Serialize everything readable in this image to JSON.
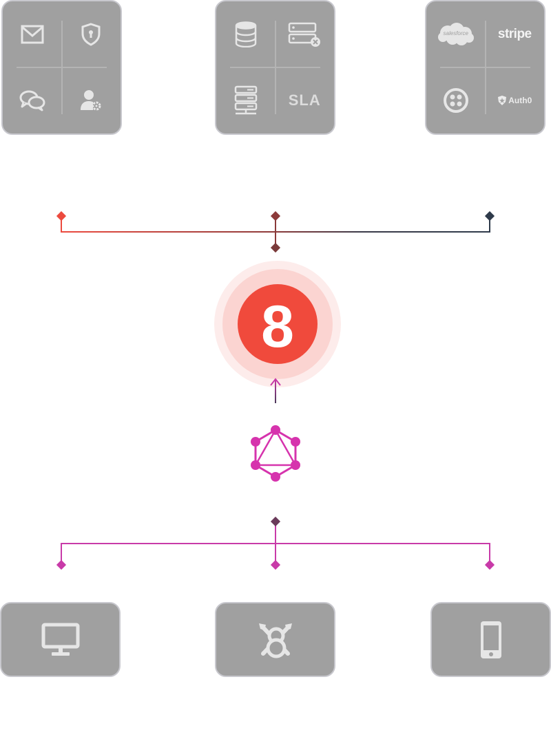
{
  "services": {
    "messaging": {
      "icons": [
        "mail-icon",
        "shield-lock-icon",
        "chat-bubbles-icon",
        "user-settings-icon"
      ]
    },
    "data": {
      "icons": [
        "database-icon",
        "server-remove-icon",
        "server-network-icon"
      ],
      "sla_label": "SLA"
    },
    "integrations": {
      "salesforce_label": "salesforce",
      "stripe_label": "stripe",
      "twilio_icon": "twilio-icon",
      "auth0_label": "Auth0"
    }
  },
  "core": {
    "logo_label": "8",
    "api_icon": "graphql-icon"
  },
  "clients": {
    "icons": [
      "desktop-monitor-icon",
      "api-explorer-icon",
      "mobile-phone-icon"
    ]
  },
  "colors": {
    "card_bg": "#a0a0a0",
    "icon_light": "#e6e6e6",
    "brand_red": "#f04a3c",
    "graphql_magenta": "#d633ad",
    "connector_dark": "#2e3a4a",
    "connector_maroon": "#7a3a3a",
    "client_magenta": "#c83aa8"
  }
}
